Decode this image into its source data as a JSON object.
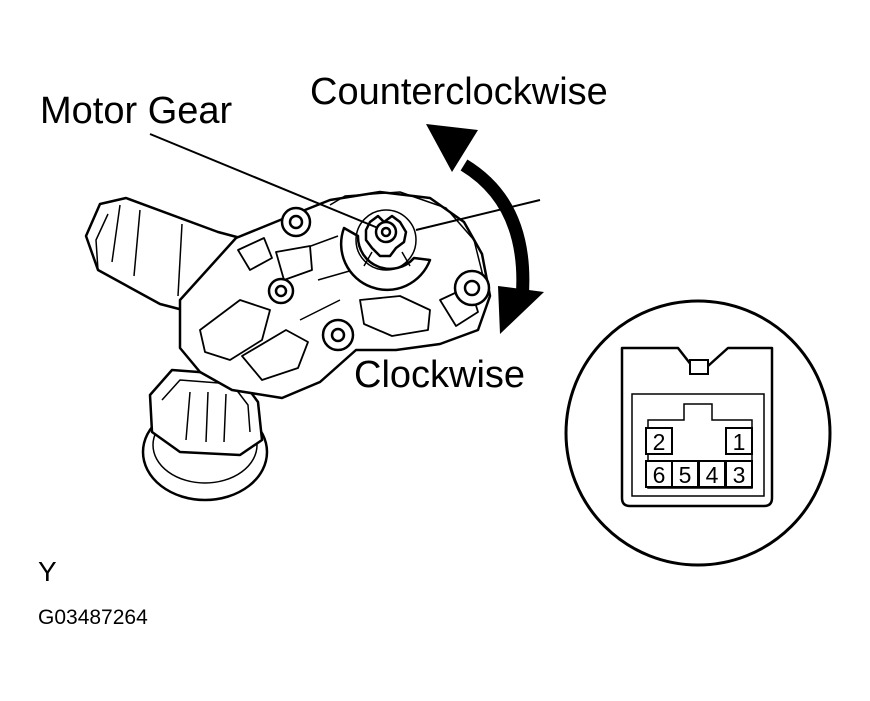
{
  "labels": {
    "motor_gear": "Motor Gear",
    "counterclockwise": "Counterclockwise",
    "clockwise": "Clockwise",
    "view_letter": "Y",
    "figure_code": "G03487264"
  },
  "connector": {
    "pins": [
      "2",
      "1",
      "6",
      "5",
      "4",
      "3"
    ]
  },
  "colors": {
    "ink": "#000000",
    "background": "#ffffff"
  }
}
